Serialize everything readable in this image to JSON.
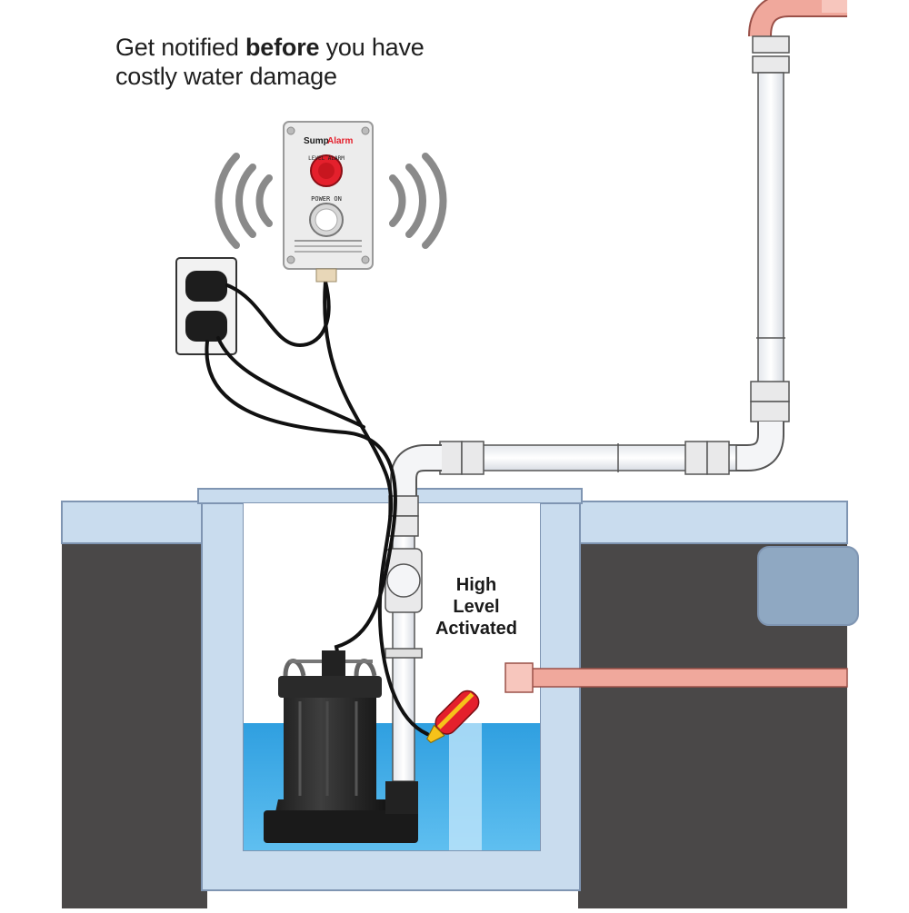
{
  "headline": {
    "line1_prefix": "Get notified ",
    "line1_bold": "before",
    "line1_suffix": " you have",
    "line2": "costly water damage"
  },
  "alarm_box": {
    "brand_part1": "Sump",
    "brand_part2": "Alarm",
    "level_alarm_label": "LEVEL ALARM",
    "power_on_label": "POWER ON"
  },
  "callout": {
    "line1": "High",
    "line2": "Level",
    "line3": "Activated"
  },
  "colors": {
    "ground": "#4a4848",
    "pit_wall": "#c9dcee",
    "pit_outline": "#7f95b2",
    "water": "#2e9ee0",
    "pipe_red": "#f0a89c",
    "alarm_red": "#e4202c",
    "float_yellow": "#f6c21a"
  }
}
